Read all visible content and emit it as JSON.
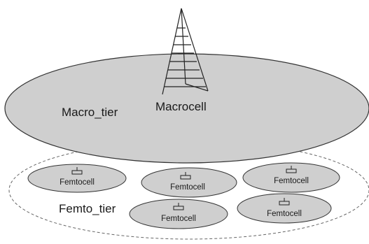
{
  "diagram": {
    "macro_tier_label": "Macro_tier",
    "macrocell_label": "Macrocell",
    "femto_tier_label": "Femto_tier",
    "femtocells": [
      {
        "label": "Femtocell"
      },
      {
        "label": "Femtocell"
      },
      {
        "label": "Femtocell"
      },
      {
        "label": "Femtocell"
      },
      {
        "label": "Femtocell"
      }
    ]
  }
}
